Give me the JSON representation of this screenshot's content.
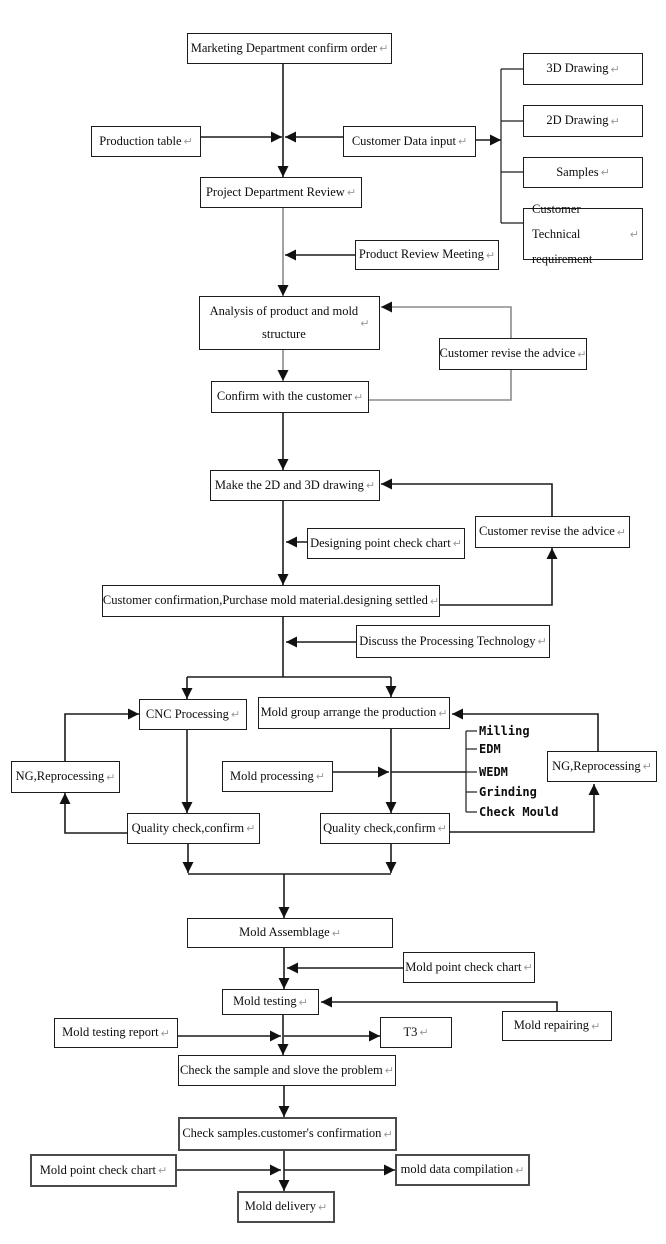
{
  "title": "Mold manufacturing process flowchart",
  "marks": {
    "return": "↵"
  },
  "boxes": {
    "marketing": {
      "label": "Marketing Department confirm order"
    },
    "drawing3d": {
      "label": "3D Drawing"
    },
    "drawing2d": {
      "label": "2D Drawing"
    },
    "samples": {
      "label": "Samples"
    },
    "customer_technical": {
      "label": "Customer  Technical\nrequirement"
    },
    "production_table": {
      "label": "Production table"
    },
    "customer_data_input": {
      "label": "Customer Data input"
    },
    "project_review": {
      "label": "Project Department Review"
    },
    "product_review_meeting": {
      "label": "Product Review Meeting"
    },
    "analysis": {
      "label": "Analysis of product and mold\nstructure"
    },
    "customer_revise_1": {
      "label": "Customer revise the advice"
    },
    "confirm_customer": {
      "label": "Confirm with the customer"
    },
    "make_drawing": {
      "label": "Make the 2D and 3D drawing"
    },
    "designing_check": {
      "label": "Designing point check chart"
    },
    "customer_revise_2": {
      "label": "Customer revise the advice"
    },
    "customer_confirmation": {
      "label": "Customer confirmation,Purchase mold material.designing settled"
    },
    "discuss_processing": {
      "label": "Discuss the Processing Technology"
    },
    "cnc": {
      "label": "CNC Processing"
    },
    "mold_group": {
      "label": "Mold group arrange the production"
    },
    "ng_left": {
      "label": "NG,Reprocessing"
    },
    "mold_processing": {
      "label": "Mold processing"
    },
    "ng_right": {
      "label": "NG,Reprocessing"
    },
    "quality_left": {
      "label": "Quality check,confirm"
    },
    "quality_right": {
      "label": "Quality check,confirm"
    },
    "mold_assemblage": {
      "label": "Mold Assemblage"
    },
    "mold_point_chart_1": {
      "label": "Mold point check chart"
    },
    "mold_testing": {
      "label": "Mold testing"
    },
    "mold_repairing": {
      "label": "Mold repairing"
    },
    "mold_testing_report": {
      "label": "Mold testing report"
    },
    "t3": {
      "label": "T3"
    },
    "check_sample": {
      "label": "Check the sample and slove the problem"
    },
    "check_samples_confirm": {
      "label": "Check samples.customer's confirmation"
    },
    "mold_point_chart_2": {
      "label": "Mold point check chart"
    },
    "mold_data_compilation": {
      "label": "mold data compilation"
    },
    "mold_delivery": {
      "label": "Mold delivery"
    }
  },
  "process_list": [
    "Milling",
    "EDM",
    "WEDM",
    "Grinding",
    "Check Mould"
  ]
}
